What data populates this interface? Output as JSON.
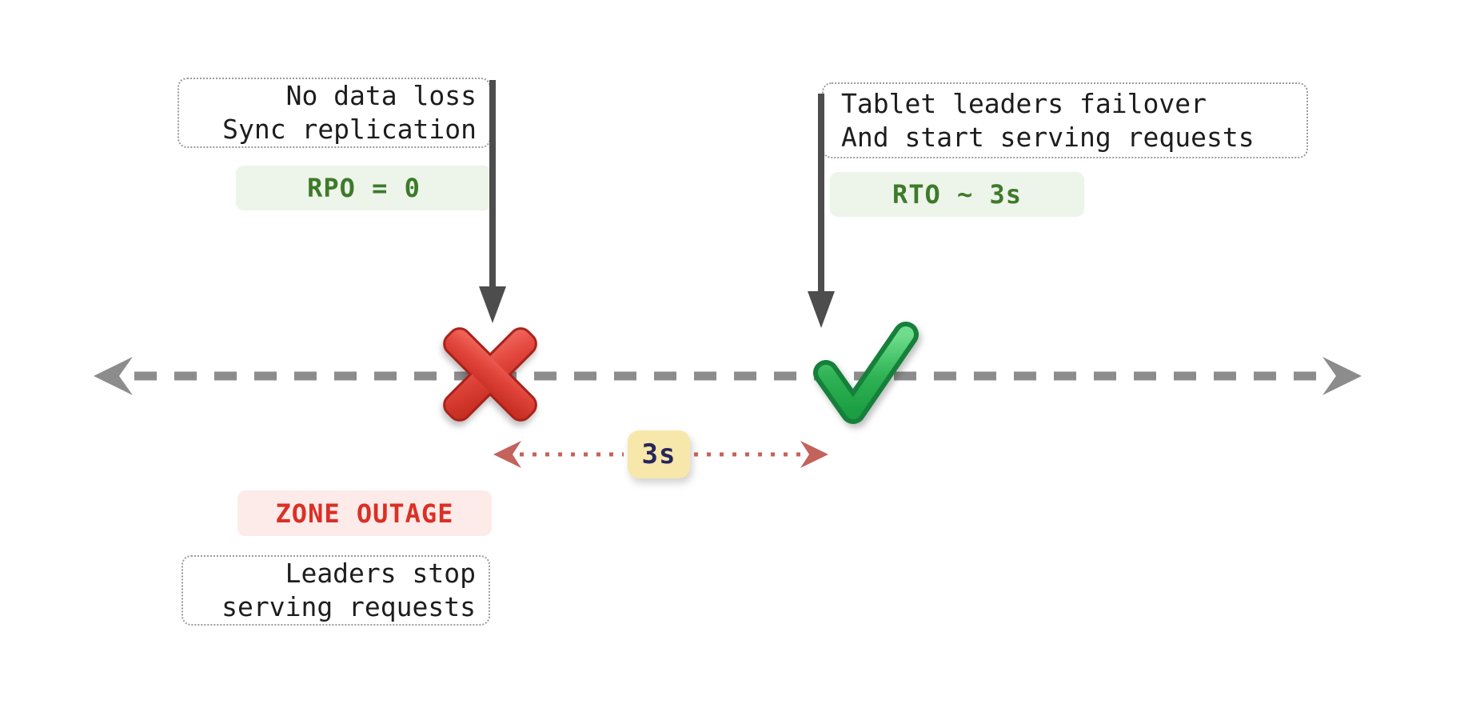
{
  "diagram": {
    "kind": "zone-outage-recovery-timeline",
    "background": "#ffffff"
  },
  "outage": {
    "note_line1": "No data loss",
    "note_line2": "Sync replication",
    "metric_badge": "RPO = 0",
    "event_badge": "ZONE OUTAGE",
    "effect_line1": "Leaders stop",
    "effect_line2": "serving requests"
  },
  "recovery": {
    "note_line1": "Tablet leaders failover",
    "note_line2": "And start serving requests",
    "metric_badge": "RTO ~ 3s"
  },
  "duration": {
    "label": "3s"
  },
  "icons": {
    "outage_marker": "cross-mark-icon",
    "recovery_marker": "check-mark-icon",
    "axis": "dashed-double-arrow-timeline",
    "pointers": "down-arrow-icon",
    "duration_arrow": "dotted-double-arrow-icon"
  },
  "colors": {
    "metric_badge_bg": "#edf4e9",
    "metric_badge_text": "#3d7a2b",
    "event_badge_bg": "#fdebe9",
    "event_badge_text": "#da3025",
    "duration_badge_bg": "#f8e7aa",
    "duration_badge_text": "#26265c",
    "timeline": "#8c8c8c",
    "pointer_arrow": "#4d4d4d",
    "duration_arrow": "#c4625c",
    "note_border": "#9a9a9a",
    "note_text": "#1d1d1d",
    "cross_mark": "#d8352a",
    "check_mark": "#2eb254",
    "page_bg": "#ffffff"
  }
}
